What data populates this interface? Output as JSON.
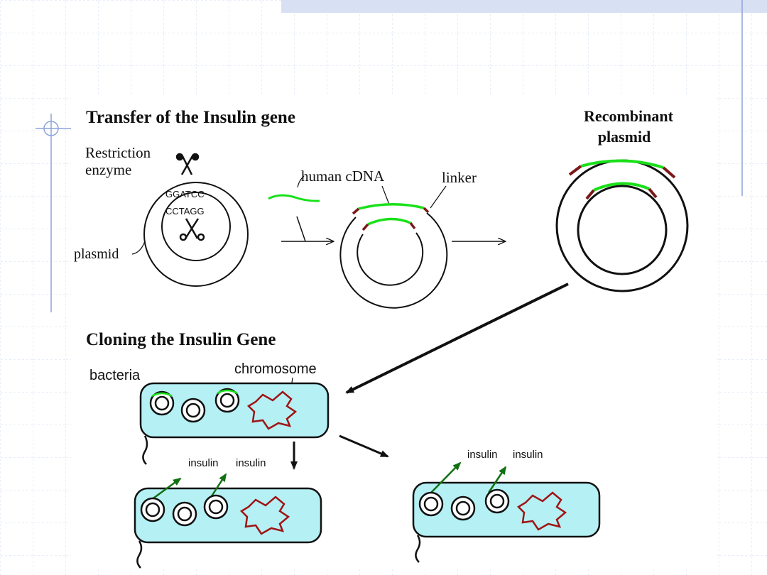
{
  "slide": {
    "title_transfer": "Transfer of the Insulin gene",
    "title_cloning": "Cloning the Insulin Gene"
  },
  "labels": {
    "restriction_1": "Restriction",
    "restriction_2": "enzyme",
    "seq_top": "GGATCC",
    "seq_bottom": "CCTAGG",
    "plasmid": "plasmid",
    "human_cdna": "human cDNA",
    "linker": "linker",
    "recombinant_1": "Recombinant",
    "recombinant_2": "plasmid",
    "bacteria": "bacteria",
    "chromosome": "chromosome",
    "insulin_a1": "insulin",
    "insulin_a2": "insulin",
    "insulin_b1": "insulin",
    "insulin_b2": "insulin"
  },
  "colors": {
    "template_blue": "#8da4dc",
    "grid_line": "#d2dcf0",
    "top_bar": "#d8e0f4",
    "gene_green": "#19e019",
    "linker_red": "#7a1818",
    "cell_fill": "#b4f0f4",
    "insulin_arrow": "#127012",
    "chromosome": "#a01414"
  }
}
